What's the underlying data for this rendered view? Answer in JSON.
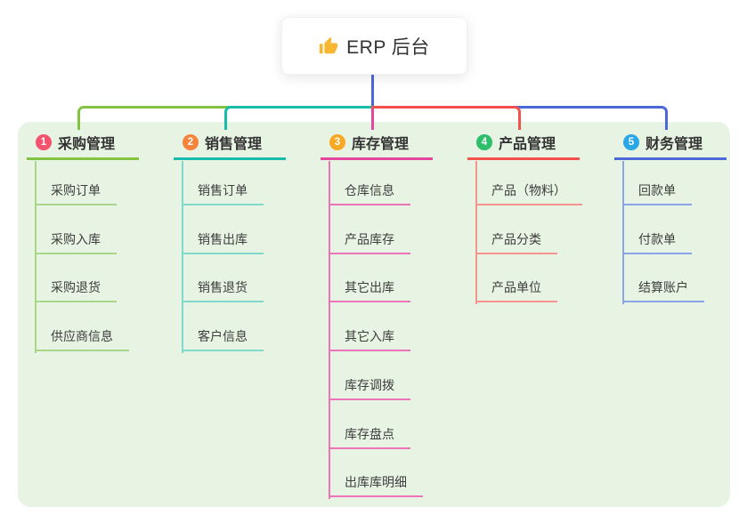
{
  "root": {
    "title": "ERP 后台",
    "icon": "thumbs-up-icon"
  },
  "theme": {
    "panel_bg": "#e8f4e3",
    "stem_color": "#4a68d8",
    "title_color": "#333333",
    "thumb_color": "#f7b731"
  },
  "branches": [
    {
      "num": "1",
      "label": "采购管理",
      "badge_color": "#f3536d",
      "line_color": "#82c340",
      "child_line_color": "#aad688",
      "children": [
        "采购订单",
        "采购入库",
        "采购退货",
        "供应商信息"
      ]
    },
    {
      "num": "2",
      "label": "销售管理",
      "badge_color": "#f6833c",
      "line_color": "#17bcab",
      "child_line_color": "#7fd9cd",
      "children": [
        "销售订单",
        "销售出库",
        "销售退货",
        "客户信息"
      ]
    },
    {
      "num": "3",
      "label": "库存管理",
      "badge_color": "#f7a824",
      "line_color": "#e2479d",
      "child_line_color": "#ee74ba",
      "children": [
        "仓库信息",
        "产品库存",
        "其它出库",
        "其它入库",
        "库存调拨",
        "库存盘点",
        "出库库明细"
      ]
    },
    {
      "num": "4",
      "label": "产品管理",
      "badge_color": "#2dbf6a",
      "line_color": "#f4504c",
      "child_line_color": "#f8938f",
      "children": [
        "产品（物料）",
        "产品分类",
        "产品单位"
      ]
    },
    {
      "num": "5",
      "label": "财务管理",
      "badge_color": "#2aa7e4",
      "line_color": "#4a68d8",
      "child_line_color": "#8ba3e8",
      "children": [
        "回款单",
        "付款单",
        "结算账户"
      ]
    }
  ]
}
